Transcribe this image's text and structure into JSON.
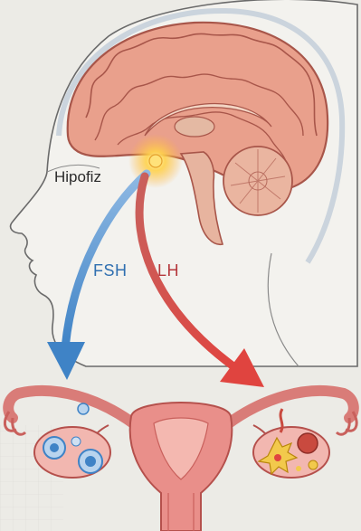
{
  "labels": {
    "gland": "Hipofiz",
    "hormone_left": "FSH",
    "hormone_right": "LH"
  },
  "colors": {
    "background": "#ecebe6",
    "brain": "#e9a08c",
    "fsh_arrow": "#3f83c6",
    "lh_arrow": "#d9423f",
    "gland_glow": "#ffd24a",
    "uterus": "#e98f8a"
  }
}
